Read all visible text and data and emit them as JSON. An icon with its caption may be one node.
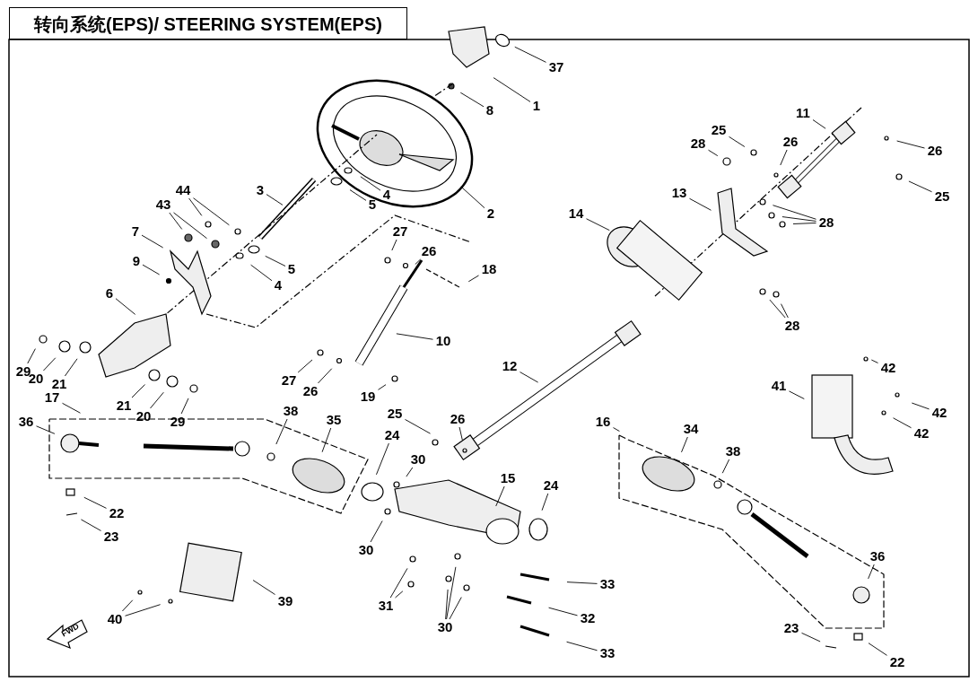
{
  "diagram": {
    "title": "转向系统(EPS)/ STEERING SYSTEM(EPS)",
    "nodes": [
      {
        "text": [
          "37"
        ]
      },
      {
        "text": [
          "1"
        ]
      },
      {
        "text": [
          "8"
        ]
      },
      {
        "text": [
          "2"
        ]
      },
      {
        "text": [
          "4"
        ]
      },
      {
        "text": [
          "5"
        ]
      },
      {
        "text": [
          "3"
        ]
      },
      {
        "text": [
          "44"
        ]
      },
      {
        "text": [
          "43"
        ]
      },
      {
        "text": [
          "7"
        ]
      },
      {
        "text": [
          "4"
        ]
      },
      {
        "text": [
          "5"
        ]
      },
      {
        "text": [
          "9"
        ]
      },
      {
        "text": [
          "6"
        ]
      },
      {
        "text": [
          "27"
        ]
      },
      {
        "text": [
          "26"
        ]
      },
      {
        "text": [
          "18"
        ]
      },
      {
        "text": [
          "10"
        ]
      },
      {
        "text": [
          "29"
        ]
      },
      {
        "text": [
          "20"
        ]
      },
      {
        "text": [
          "21"
        ]
      },
      {
        "text": [
          "21"
        ]
      },
      {
        "text": [
          "20"
        ]
      },
      {
        "text": [
          "29"
        ]
      },
      {
        "text": [
          "27"
        ]
      },
      {
        "text": [
          "26"
        ]
      },
      {
        "text": [
          "19"
        ]
      },
      {
        "text": [
          "17"
        ]
      },
      {
        "text": [
          "36"
        ]
      },
      {
        "text": [
          "38"
        ]
      },
      {
        "text": [
          "35"
        ]
      },
      {
        "text": [
          "22"
        ]
      },
      {
        "text": [
          "23"
        ]
      },
      {
        "text": [
          "24"
        ]
      },
      {
        "text": [
          "30"
        ]
      },
      {
        "text": [
          "25"
        ]
      },
      {
        "text": [
          "26"
        ]
      },
      {
        "text": [
          "15"
        ]
      },
      {
        "text": [
          "30"
        ]
      },
      {
        "text": [
          "31"
        ]
      },
      {
        "text": [
          "30"
        ]
      },
      {
        "text": [
          "33"
        ]
      },
      {
        "text": [
          "32"
        ]
      },
      {
        "text": [
          "33"
        ]
      },
      {
        "text": [
          "24"
        ]
      },
      {
        "text": [
          "16"
        ]
      },
      {
        "text": [
          "34"
        ]
      },
      {
        "text": [
          "38"
        ]
      },
      {
        "text": [
          "36"
        ]
      },
      {
        "text": [
          "23"
        ]
      },
      {
        "text": [
          "22"
        ]
      },
      {
        "text": [
          "39"
        ]
      },
      {
        "text": [
          "40"
        ]
      },
      {
        "text": [
          "41"
        ]
      },
      {
        "text": [
          "42"
        ]
      },
      {
        "text": [
          "42"
        ]
      },
      {
        "text": [
          "42"
        ]
      },
      {
        "text": [
          "12"
        ]
      },
      {
        "text": [
          "14"
        ]
      },
      {
        "text": [
          "13"
        ]
      },
      {
        "text": [
          "28"
        ]
      },
      {
        "text": [
          "25"
        ]
      },
      {
        "text": [
          "26"
        ]
      },
      {
        "text": [
          "11"
        ]
      },
      {
        "text": [
          "26"
        ]
      },
      {
        "text": [
          "25"
        ]
      },
      {
        "text": [
          "28"
        ]
      },
      {
        "text": [
          "28"
        ]
      }
    ],
    "edges": [
      {
        "from": 0,
        "to": null,
        "arrow": "none"
      },
      {
        "from": 1,
        "to": null,
        "arrow": "none"
      },
      {
        "from": 2,
        "to": null,
        "arrow": "none"
      },
      {
        "from": 3,
        "to": null,
        "arrow": "none"
      },
      {
        "from": 4,
        "to": null,
        "arrow": "none"
      },
      {
        "from": 5,
        "to": null,
        "arrow": "none"
      },
      {
        "from": 6,
        "to": null,
        "arrow": "none"
      },
      {
        "from": 7,
        "to": null,
        "arrow": "none"
      },
      {
        "from": 7,
        "to": null,
        "arrow": "none"
      },
      {
        "from": 8,
        "to": null,
        "arrow": "none"
      },
      {
        "from": 8,
        "to": null,
        "arrow": "none"
      },
      {
        "from": 9,
        "to": null,
        "arrow": "none"
      },
      {
        "from": 10,
        "to": null,
        "arrow": "none"
      },
      {
        "from": 11,
        "to": null,
        "arrow": "none"
      },
      {
        "from": 12,
        "to": null,
        "arrow": "none"
      },
      {
        "from": 13,
        "to": null,
        "arrow": "none"
      },
      {
        "from": 14,
        "to": null,
        "arrow": "none"
      },
      {
        "from": 15,
        "to": null,
        "arrow": "none"
      },
      {
        "from": 16,
        "to": null,
        "arrow": "none"
      },
      {
        "from": 17,
        "to": null,
        "arrow": "none"
      },
      {
        "from": 18,
        "to": null,
        "arrow": "none"
      },
      {
        "from": 19,
        "to": null,
        "arrow": "none"
      },
      {
        "from": 20,
        "to": null,
        "arrow": "none"
      },
      {
        "from": 21,
        "to": null,
        "arrow": "none"
      },
      {
        "from": 22,
        "to": null,
        "arrow": "none"
      },
      {
        "from": 23,
        "to": null,
        "arrow": "none"
      },
      {
        "from": 24,
        "to": null,
        "arrow": "none"
      },
      {
        "from": 25,
        "to": null,
        "arrow": "none"
      },
      {
        "from": 26,
        "to": null,
        "arrow": "none"
      },
      {
        "from": 27,
        "to": null,
        "arrow": "none"
      },
      {
        "from": 28,
        "to": null,
        "arrow": "none"
      },
      {
        "from": 29,
        "to": null,
        "arrow": "none"
      },
      {
        "from": 30,
        "to": null,
        "arrow": "none"
      },
      {
        "from": 31,
        "to": null,
        "arrow": "none"
      },
      {
        "from": 32,
        "to": null,
        "arrow": "none"
      },
      {
        "from": 33,
        "to": null,
        "arrow": "none"
      },
      {
        "from": 34,
        "to": null,
        "arrow": "none"
      },
      {
        "from": 35,
        "to": null,
        "arrow": "none"
      },
      {
        "from": 36,
        "to": null,
        "arrow": "none"
      },
      {
        "from": 37,
        "to": null,
        "arrow": "none"
      },
      {
        "from": 38,
        "to": null,
        "arrow": "none"
      },
      {
        "from": 39,
        "to": null,
        "arrow": "none"
      },
      {
        "from": 39,
        "to": null,
        "arrow": "none"
      },
      {
        "from": 40,
        "to": null,
        "arrow": "none"
      },
      {
        "from": 40,
        "to": null,
        "arrow": "none"
      },
      {
        "from": 40,
        "to": null,
        "arrow": "none"
      },
      {
        "from": 41,
        "to": null,
        "arrow": "none"
      },
      {
        "from": 42,
        "to": null,
        "arrow": "none"
      },
      {
        "from": 43,
        "to": null,
        "arrow": "none"
      },
      {
        "from": 44,
        "to": null,
        "arrow": "none"
      },
      {
        "from": 45,
        "to": null,
        "arrow": "none"
      },
      {
        "from": 46,
        "to": null,
        "arrow": "none"
      },
      {
        "from": 47,
        "to": null,
        "arrow": "none"
      },
      {
        "from": 48,
        "to": null,
        "arrow": "none"
      },
      {
        "from": 49,
        "to": null,
        "arrow": "none"
      },
      {
        "from": 50,
        "to": null,
        "arrow": "none"
      },
      {
        "from": 51,
        "to": null,
        "arrow": "none"
      },
      {
        "from": 52,
        "to": null,
        "arrow": "none"
      },
      {
        "from": 52,
        "to": null,
        "arrow": "none"
      },
      {
        "from": 53,
        "to": null,
        "arrow": "none"
      },
      {
        "from": 54,
        "to": null,
        "arrow": "none"
      },
      {
        "from": 55,
        "to": null,
        "arrow": "none"
      },
      {
        "from": 56,
        "to": null,
        "arrow": "none"
      },
      {
        "from": 57,
        "to": null,
        "arrow": "none"
      },
      {
        "from": 58,
        "to": null,
        "arrow": "none"
      },
      {
        "from": 59,
        "to": null,
        "arrow": "none"
      },
      {
        "from": 60,
        "to": null,
        "arrow": "none"
      },
      {
        "from": 61,
        "to": null,
        "arrow": "none"
      },
      {
        "from": 62,
        "to": null,
        "arrow": "none"
      },
      {
        "from": 63,
        "to": null,
        "arrow": "none"
      },
      {
        "from": 64,
        "to": null,
        "arrow": "none"
      },
      {
        "from": 65,
        "to": null,
        "arrow": "none"
      },
      {
        "from": 66,
        "to": null,
        "arrow": "none"
      },
      {
        "from": 66,
        "to": null,
        "arrow": "none"
      },
      {
        "from": 66,
        "to": null,
        "arrow": "none"
      },
      {
        "from": 67,
        "to": null,
        "arrow": "none"
      },
      {
        "from": 67,
        "to": null,
        "arrow": "none"
      }
    ],
    "labels": [
      "FWD"
    ]
  }
}
